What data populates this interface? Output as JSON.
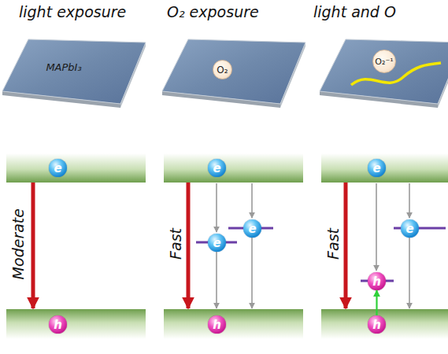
{
  "diagram": {
    "nodes": [
      {
        "text": [
          "MAPbI₃"
        ]
      },
      {
        "text": [
          "O₂"
        ]
      },
      {
        "text": [
          "O₂⁻¹"
        ]
      },
      {
        "text": [
          "e"
        ]
      },
      {
        "text": [
          "e"
        ]
      },
      {
        "text": [
          "e"
        ]
      },
      {
        "text": [
          "e"
        ]
      },
      {
        "text": [
          "e"
        ]
      },
      {
        "text": [
          "e"
        ]
      },
      {
        "text": [
          "h"
        ]
      },
      {
        "text": [
          "h"
        ]
      },
      {
        "text": [
          "h"
        ]
      },
      {
        "text": [
          "h"
        ]
      }
    ],
    "edges": [
      {
        "from": 12,
        "to": 9,
        "arrow": "to"
      }
    ],
    "labels": [
      "light exposure",
      "O₂ exposure",
      "light and O",
      "Moderate",
      "Fast",
      "Fast"
    ]
  }
}
